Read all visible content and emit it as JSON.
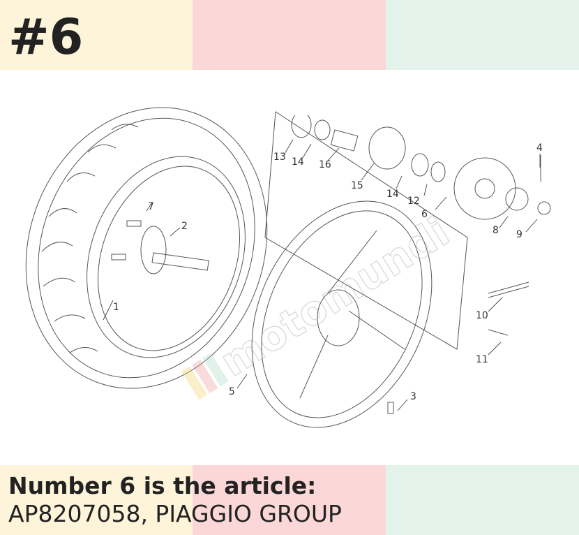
{
  "header": {
    "number": "#6"
  },
  "caption": {
    "line1": "Number 6 is the article:",
    "line2": "AP8207058, PIAGGIO GROUP"
  },
  "watermark": {
    "text": "motomundi"
  },
  "diagram": {
    "callouts": [
      {
        "id": "tire",
        "label": "1"
      },
      {
        "id": "rear-axle",
        "label": "2"
      },
      {
        "id": "screw",
        "label": "3"
      },
      {
        "id": "cotter-pin",
        "label": "4"
      },
      {
        "id": "rim",
        "label": "5"
      },
      {
        "id": "sprocket",
        "label": "6"
      },
      {
        "id": "stud",
        "label": "7"
      },
      {
        "id": "washer",
        "label": "8"
      },
      {
        "id": "nut",
        "label": "9"
      },
      {
        "id": "chain",
        "label": "10"
      },
      {
        "id": "chain-link",
        "label": "11"
      },
      {
        "id": "circlip",
        "label": "12"
      },
      {
        "id": "snap-ring",
        "label": "13"
      },
      {
        "id": "bearing-a",
        "label": "14"
      },
      {
        "id": "bearing-b",
        "label": "14"
      },
      {
        "id": "sprocket-carrier",
        "label": "15"
      },
      {
        "id": "spacer",
        "label": "16"
      }
    ]
  },
  "colors": {
    "band_yellow": "#fdf4d9",
    "band_pink": "#fbd7d7",
    "band_mint": "#e3f3ec",
    "text": "#222222"
  }
}
